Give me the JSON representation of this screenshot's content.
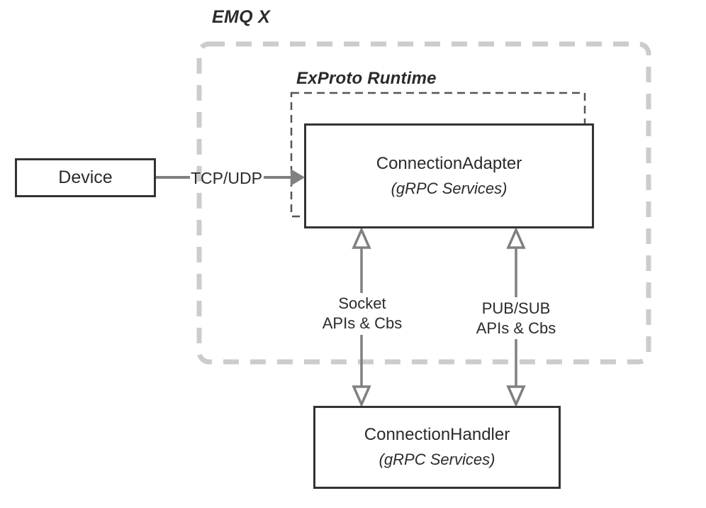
{
  "diagram": {
    "title_emqx": "EMQ X",
    "title_exproto": "ExProto Runtime",
    "colors": {
      "box_stroke": "#333333",
      "outer_dashed": "#cccccc",
      "inner_dashed": "#555555",
      "arrow_gray": "#808080",
      "text": "#2b2b2b",
      "background": "#ffffff"
    },
    "nodes": {
      "device": {
        "label": "Device"
      },
      "connection_adapter": {
        "label": "ConnectionAdapter",
        "sublabel": "(gRPC Services)"
      },
      "connection_handler": {
        "label": "ConnectionHandler",
        "sublabel": "(gRPC Services)"
      }
    },
    "edges": {
      "tcp_udp": {
        "label": "TCP/UDP",
        "style": "solid-filled-arrow",
        "direction": "device-to-adapter"
      },
      "socket": {
        "line1": "Socket",
        "line2": "APIs & Cbs",
        "style": "double-headed-hollow-arrow",
        "direction": "adapter-handler"
      },
      "pubsub": {
        "line1": "PUB/SUB",
        "line2": "APIs & Cbs",
        "style": "double-headed-hollow-arrow",
        "direction": "adapter-handler"
      }
    }
  }
}
